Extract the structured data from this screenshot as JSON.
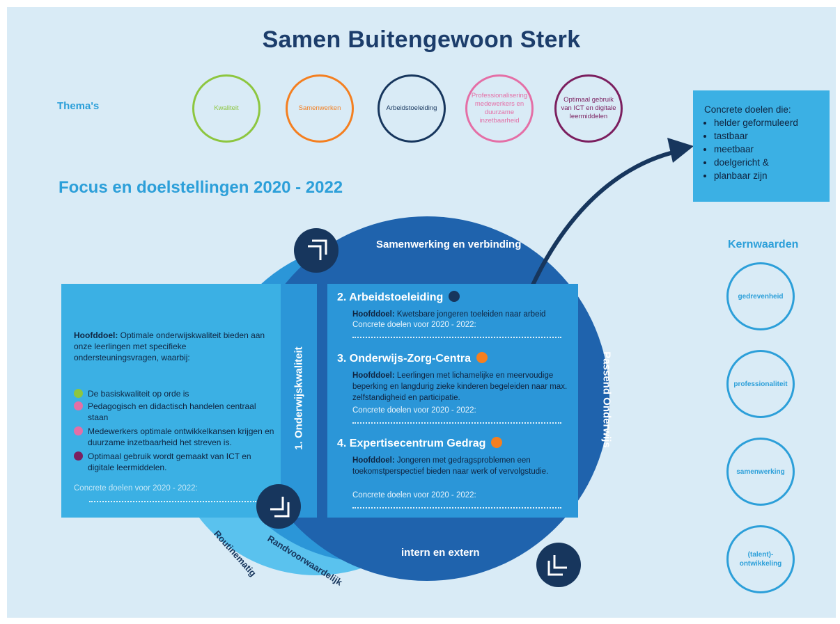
{
  "title": "Samen Buitengewoon Sterk",
  "themes": {
    "label": "Thema's",
    "items": [
      {
        "label": "Kwaliteit",
        "color": "#8dc63f"
      },
      {
        "label": "Samenwerken",
        "color": "#f47f20"
      },
      {
        "label": "Arbeidstoeleiding",
        "color": "#17365d"
      },
      {
        "label": "Professionalisering medewerkers en duurzame inzetbaarheid",
        "color": "#e46fa6"
      },
      {
        "label": "Optimaal gebruik van ICT en digitale leermiddelen",
        "color": "#7b1f5f"
      }
    ]
  },
  "focus_title": "Focus en doelstellingen 2020 - 2022",
  "concrete_box": {
    "heading": "Concrete doelen die:",
    "items": [
      "helder geformuleerd",
      "tastbaar",
      "meetbaar",
      "doelgericht &",
      "planbaar zijn"
    ]
  },
  "kernwaarden": {
    "label": "Kernwaarden",
    "items": [
      "gedrevenheid",
      "professionaliteit",
      "samenwerking",
      "(talent)-\nontwikkeling"
    ]
  },
  "left": {
    "hoofddoel_label": "Hoofddoel:",
    "hoofddoel_text": " Optimale onderwijskwaliteit bieden aan onze leerlingen met specifieke ondersteuningsvragen, waarbij:",
    "bullets": [
      {
        "text": "De basiskwaliteit op orde is",
        "color": "#8dc63f"
      },
      {
        "text": "Pedagogisch en didactisch handelen centraal staan",
        "color": "#e46fa6"
      },
      {
        "text": "Medewerkers optimale ontwikkelkansen krijgen en duurzame inzetbaarheid het streven is.",
        "color": "#e46fa6"
      },
      {
        "text": "Optimaal gebruik wordt gemaakt van ICT en digitale leermiddelen.",
        "color": "#7b1f5f"
      }
    ],
    "concrete": "Concrete doelen voor 2020 - 2022:"
  },
  "vertical_label": "1. Onderwijskwaliteit",
  "sections": [
    {
      "title": "2. Arbeidstoeleiding",
      "dot": "#17365d",
      "label": "Hoofddoel:",
      "text": " Kwetsbare jongeren toeleiden naar arbeid",
      "concrete": "Concrete doelen voor 2020 - 2022:"
    },
    {
      "title": "3. Onderwijs-Zorg-Centra",
      "dot": "#f47f20",
      "label": "Hoofddoel:",
      "text": " Leerlingen met lichamelijke en meervoudige beperking en langdurig zieke kinderen begeleiden naar max. zelfstandigheid en participatie.",
      "concrete": "Concrete doelen voor 2020 - 2022:"
    },
    {
      "title": "4. Expertisecentrum Gedrag",
      "dot": "#f47f20",
      "label": "Hoofddoel:",
      "text": " Jongeren met gedragsproblemen een toekomstperspectief bieden naar werk of vervolgstudie.",
      "concrete": "Concrete doelen voor 2020 - 2022:"
    }
  ],
  "band_top": "Samenwerking en verbinding",
  "band_right": "Passend Onderwijs",
  "band_bottom": "intern en extern",
  "arc_inner": "Randvoorwaardelijk",
  "arc_outer": "Routinematig"
}
